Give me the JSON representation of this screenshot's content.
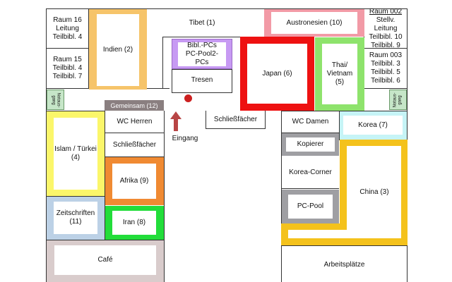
{
  "rooms": {
    "raum16": "Raum 16\nLeitung\nTeilbibl. 4",
    "raum15": "Raum 15\nTeilbibl. 4\nTeilbibl. 7",
    "indien": "Indien (2)",
    "tibet": "Tibet (1)",
    "bibl_pcs": "Bibl.-PCs\nPC-Pool2-\nPCs",
    "tresen": "Tresen",
    "japan": "Japan (6)",
    "thai": "Thai/\nVietnam\n(5)",
    "austronesien": "Austronesien (10)",
    "raum002_title": "Raum 002",
    "raum002_rest": "Stellv. Leitung\nTeilbibl. 10\nTeilbibl. 9",
    "raum003": "Raum 003\nTeilbibl. 3\nTeilbibl. 5\nTeilbibl. 6",
    "notaus_left": "Notaus-\ngang",
    "notaus_right": "Notaus-\ngang",
    "gemeinsam": "Gemeinsam (12)",
    "schliess_mid": "Schließfächer",
    "wc_herren": "WC Herren",
    "schliess_left": "Schließfächer",
    "eingang": "Eingang",
    "islam": "Islam / Türkei\n(4)",
    "afrika": "Afrika (9)",
    "zeitschriften": "Zeitschriften\n(11)",
    "iran": "Iran (8)",
    "cafe": "Café",
    "wc_damen": "WC Damen",
    "korea": "Korea (7)",
    "kopierer": "Kopierer",
    "korea_corner": "Korea-Corner",
    "pc_pool": "PC-Pool",
    "china": "China (3)",
    "arbeitsplaetze": "Arbeitsplätze"
  },
  "colors": {
    "indien": "#f6c46a",
    "austronesien": "#f29aa6",
    "bibl_pcs": "#c79af3",
    "japan": "#ee1111",
    "thai": "#8ee36c",
    "gemeinsam": "#8a7f80",
    "islam": "#fbf66a",
    "afrika": "#f08a32",
    "zeitschriften": "#bcd1e6",
    "iran": "#22dd3a",
    "cafe": "#d9cccc",
    "korea": "#c6f4f6",
    "grey_box": "#9f9fa3",
    "china": "#f4c21c",
    "eingang_arrow": "#b84545",
    "tresen_dot": "#cc2020"
  }
}
